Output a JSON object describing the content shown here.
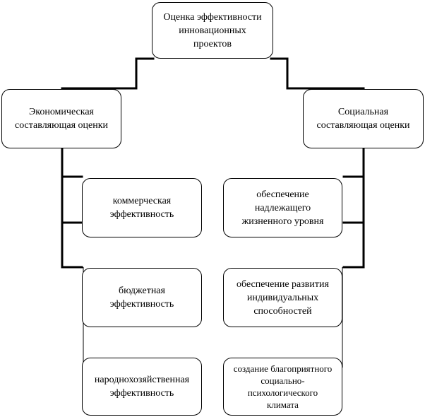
{
  "diagram": {
    "root": {
      "label": "Оценка эффективности\nинновационных\nпроектов"
    },
    "economic": {
      "label": "Экономическая\nсоставляющая оценки",
      "children": [
        {
          "label": "коммерческая\nэффективность"
        },
        {
          "label": "бюджетная\nэффективность"
        },
        {
          "label": "народнохозяйственная\nэффективность"
        }
      ]
    },
    "social": {
      "label": "Социальная\nсоставляющая оценки",
      "children": [
        {
          "label": "обеспечение\nнадлежащего\nжизненного уровня"
        },
        {
          "label": "обеспечение развития\nиндивидуальных\nспособностей"
        },
        {
          "label": "создание благоприятного\nсоциально-\nпсихологического\nклимата"
        }
      ]
    }
  }
}
